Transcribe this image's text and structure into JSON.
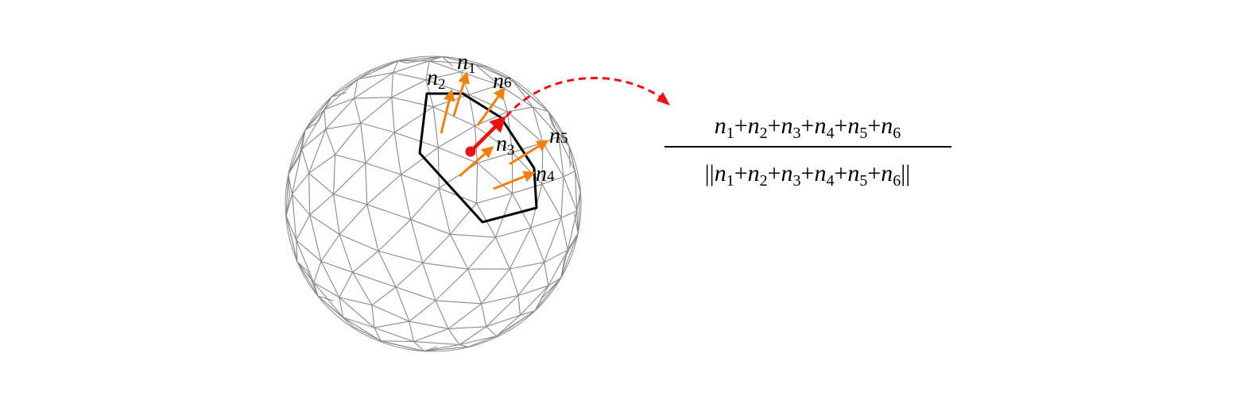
{
  "colors": {
    "mesh": "#8a8a8a",
    "face_outline": "#000000",
    "face_normal_arrow": "#f27f0c",
    "vertex_normal": "#ee1111",
    "formula": "#000000"
  },
  "normal_labels": [
    {
      "id": "n1",
      "base": "n",
      "sub": "1"
    },
    {
      "id": "n2",
      "base": "n",
      "sub": "2"
    },
    {
      "id": "n6",
      "base": "n",
      "sub": "6"
    },
    {
      "id": "n3",
      "base": "n",
      "sub": "3"
    },
    {
      "id": "n5",
      "base": "n",
      "sub": "5"
    },
    {
      "id": "n4",
      "base": "n",
      "sub": "4"
    }
  ],
  "formula": {
    "numerator": [
      {
        "base": "n",
        "sub": "1"
      },
      {
        "op": "+"
      },
      {
        "base": "n",
        "sub": "2"
      },
      {
        "op": "+"
      },
      {
        "base": "n",
        "sub": "3"
      },
      {
        "op": "+"
      },
      {
        "base": "n",
        "sub": "4"
      },
      {
        "op": "+"
      },
      {
        "base": "n",
        "sub": "5"
      },
      {
        "op": "+"
      },
      {
        "base": "n",
        "sub": "6"
      }
    ],
    "denominator_open": "||",
    "denominator_close": "||"
  }
}
